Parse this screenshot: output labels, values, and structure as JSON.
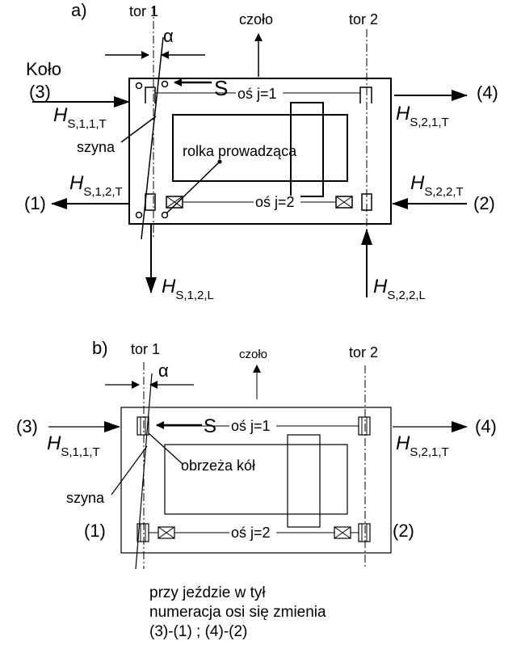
{
  "panel_a": {
    "label": "a)",
    "tor1": "tor 1",
    "tor2": "tor 2",
    "alpha": "α",
    "czolo": "czoło",
    "kolo": "Koło",
    "s": "S",
    "axis_j1": "oś j=1",
    "axis_j2": "oś j=2",
    "szyna": "szyna",
    "rolka": "rolka prowadząca",
    "wheel3": "(3)",
    "wheel4": "(4)",
    "wheel1": "(1)",
    "wheel2": "(2)",
    "h_main": "H",
    "h_s111t": "S,1,1,T",
    "h_s211t": "S,2,1,T",
    "h_s112t": "S,1,2,T",
    "h_s222t": "S,2,2,T",
    "h_s112l": "S,1,2,L",
    "h_s222l": "S,2,2,L"
  },
  "panel_b": {
    "label": "b)",
    "tor1": "tor 1",
    "tor2": "tor 2",
    "alpha": "α",
    "czolo": "czoło",
    "s": "S",
    "axis_j1": "oś j=1",
    "axis_j2": "oś j=2",
    "szyna": "szyna",
    "obrzeza": "obrzeża kół",
    "wheel3": "(3)",
    "wheel4": "(4)",
    "wheel1": "(1)",
    "wheel2": "(2)",
    "h_main": "H",
    "h_s111t": "S,1,1,T",
    "h_s211t": "S,2,1,T"
  },
  "note": {
    "line1": "przy jeździe w tył",
    "line2": "numeracja osi się zmienia",
    "line3": "(3)-(1) ; (4)-(2)"
  }
}
